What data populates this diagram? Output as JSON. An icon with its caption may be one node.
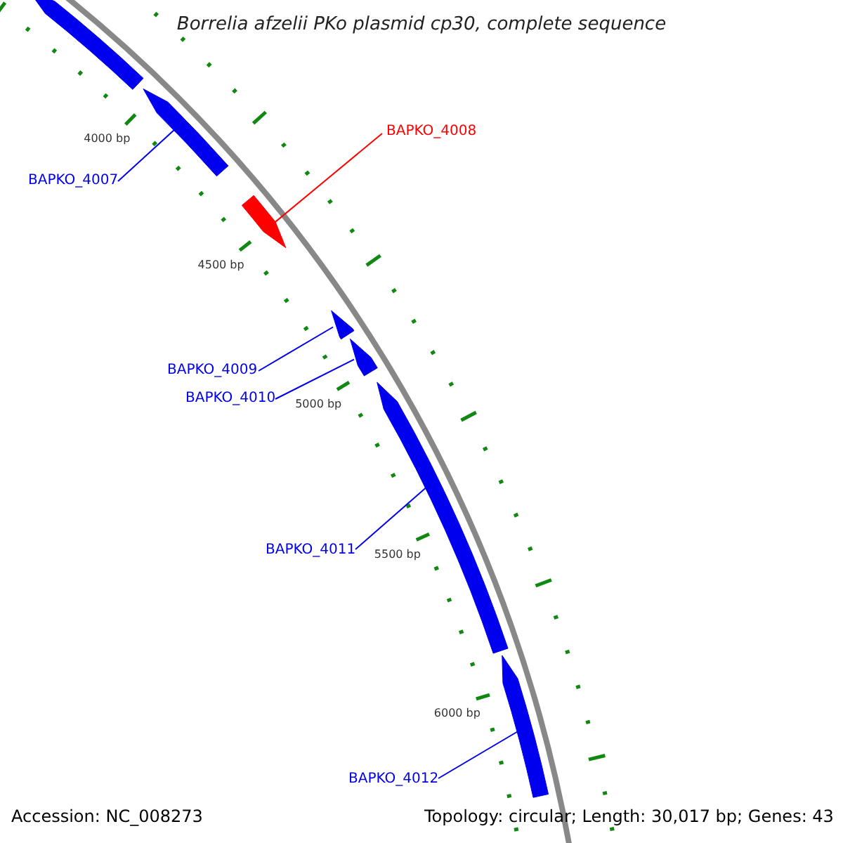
{
  "diagram": {
    "title": "Borrelia afzelii PKo plasmid cp30, complete sequence",
    "nodes": [
      {
        "text": [],
        "shape": "arrow"
      },
      {
        "text": [],
        "shape": "arrow"
      },
      {
        "text": [
          "BAPKO_4007"
        ]
      },
      {
        "text": [
          "BAPKO_4008"
        ]
      },
      {
        "text": [],
        "shape": "arrow"
      },
      {
        "text": [
          "BAPKO_4009"
        ]
      },
      {
        "text": [],
        "shape": "arrow"
      },
      {
        "text": [
          "BAPKO_4010"
        ]
      },
      {
        "text": [],
        "shape": "arrow"
      },
      {
        "text": [
          "BAPKO_4011"
        ]
      },
      {
        "text": [],
        "shape": "arrow"
      },
      {
        "text": [
          "BAPKO_4012"
        ]
      },
      {
        "text": [],
        "shape": "arrow"
      }
    ],
    "edges": [
      {
        "from": 2,
        "to": 1,
        "arrow": "none"
      },
      {
        "from": 3,
        "to": 4,
        "arrow": "none",
        "color": "#ff0000"
      },
      {
        "from": 5,
        "to": 6,
        "arrow": "none"
      },
      {
        "from": 7,
        "to": 8,
        "arrow": "none"
      },
      {
        "from": 9,
        "to": 10,
        "arrow": "none"
      },
      {
        "from": 11,
        "to": 12,
        "arrow": "none"
      }
    ],
    "labels": [
      "4000 bp",
      "4500 bp",
      "5000 bp",
      "5500 bp",
      "6000 bp",
      "Accession: NC_008273",
      "Topology: circular; Length: 30,017 bp; Genes: 43"
    ]
  }
}
